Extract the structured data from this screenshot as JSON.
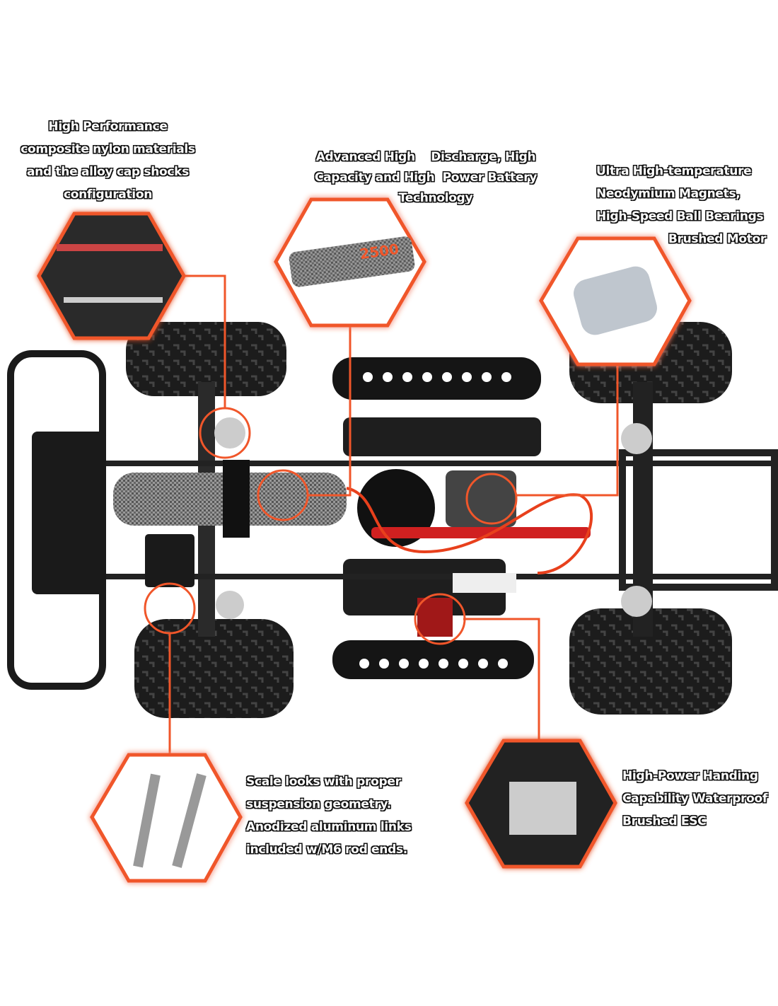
{
  "callouts": {
    "shocks_top": {
      "lines": [
        "High Performance",
        "composite nylon materials",
        "and the alloy cap shocks",
        "configuration"
      ]
    },
    "battery": {
      "lines": [
        "Advanced High    Discharge, High",
        "Capacity and High  Power Battery",
        "Technology"
      ],
      "image_label": "2500"
    },
    "motor": {
      "lines": [
        "Ultra High-temperature",
        "Neodymium Magnets,",
        "High-Speed Ball Bearings",
        "Brushed Motor"
      ]
    },
    "suspension": {
      "lines": [
        "Scale looks with proper",
        "suspension geometry.",
        "Anodized aluminum links",
        "included w/M6 rod ends."
      ]
    },
    "esc": {
      "lines": [
        "High-Power Handing",
        "Capability Waterproof",
        "Brushed ESC"
      ]
    }
  },
  "colors": {
    "accent": "#f0562a",
    "tire": "#1c1c1c",
    "chassis": "#222222"
  }
}
